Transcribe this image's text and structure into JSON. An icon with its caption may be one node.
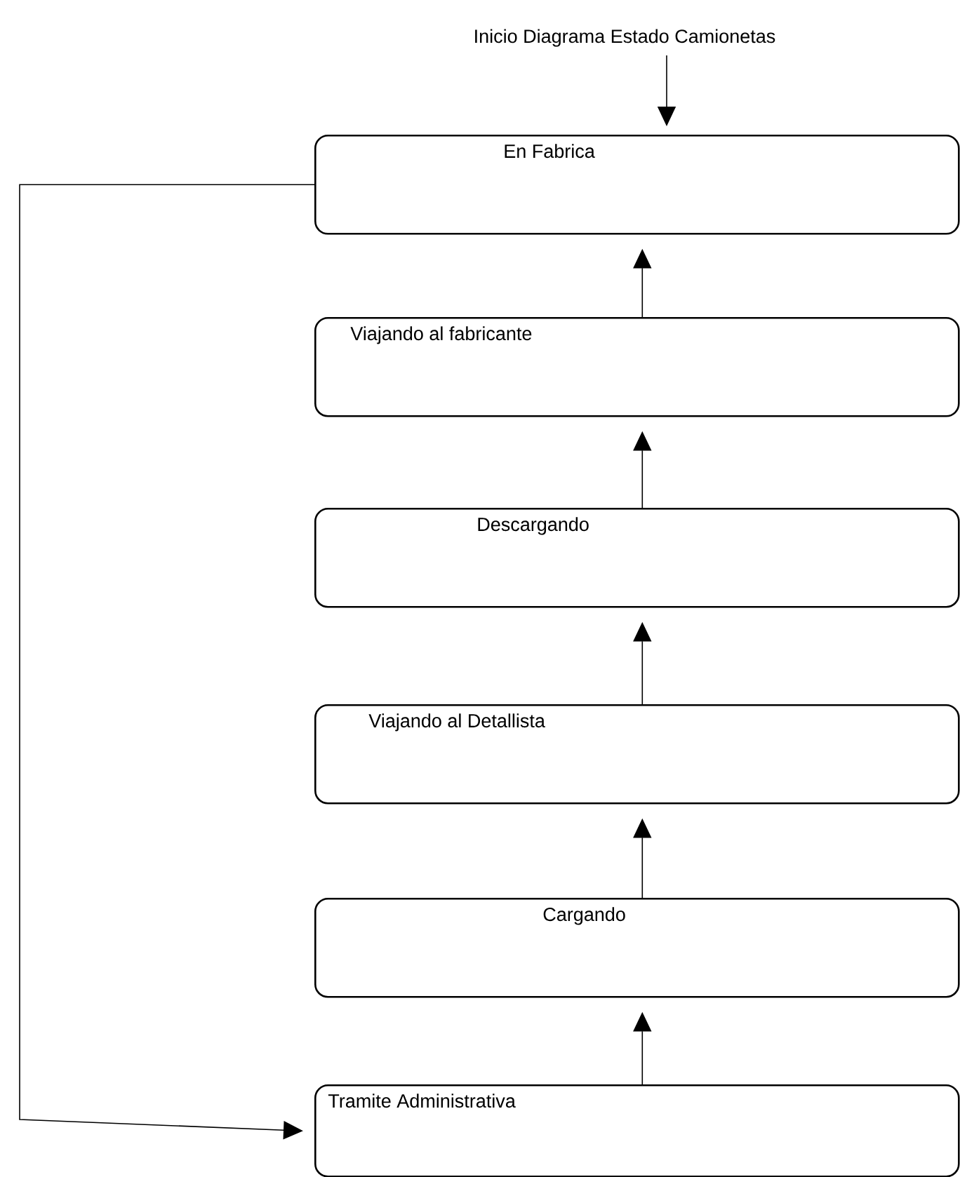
{
  "diagram": {
    "nodes": [
      {
        "text": [
          "Inicio Diagrama Estado Camionetas"
        ]
      },
      {
        "text": [
          "En Fabrica"
        ]
      },
      {
        "text": [
          "Viajando al fabricante"
        ]
      },
      {
        "text": [
          "Descargando"
        ]
      },
      {
        "text": [
          "Viajando al Detallista"
        ]
      },
      {
        "text": [
          "Cargando"
        ]
      },
      {
        "text": [
          "Tramite Administrativa"
        ]
      }
    ],
    "edges": [
      {
        "from": 0,
        "to": 1,
        "arrow": "to"
      },
      {
        "from": 2,
        "to": 1,
        "arrow": "to"
      },
      {
        "from": 3,
        "to": 2,
        "arrow": "to"
      },
      {
        "from": 4,
        "to": 3,
        "arrow": "to"
      },
      {
        "from": 5,
        "to": 4,
        "arrow": "to"
      },
      {
        "from": 6,
        "to": 5,
        "arrow": "to"
      },
      {
        "from": 1,
        "to": 6,
        "arrow": "to"
      }
    ]
  }
}
